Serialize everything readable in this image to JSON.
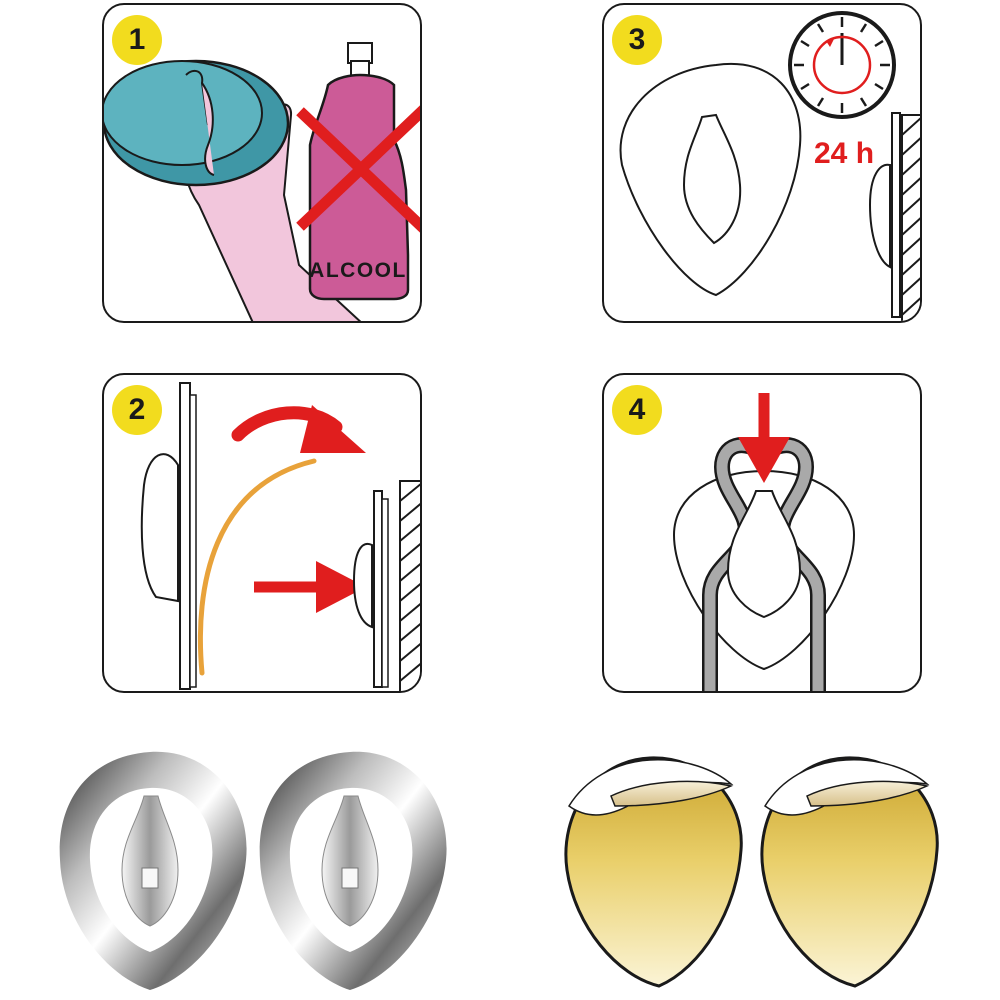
{
  "steps": [
    {
      "number": "1",
      "label": "ALCOOL"
    },
    {
      "number": "2"
    },
    {
      "number": "3",
      "label": "24 h"
    },
    {
      "number": "4"
    }
  ],
  "colors": {
    "badge": "#f2dc1e",
    "arrow_red": "#e01e1e",
    "sponge": "#3f97a6",
    "hand": "#f2c6dc",
    "bottle": "#cc5b97",
    "adhesive_strip": "#e8a23a",
    "chrome": "#c9c9c9",
    "gold": "#d9b84a"
  }
}
